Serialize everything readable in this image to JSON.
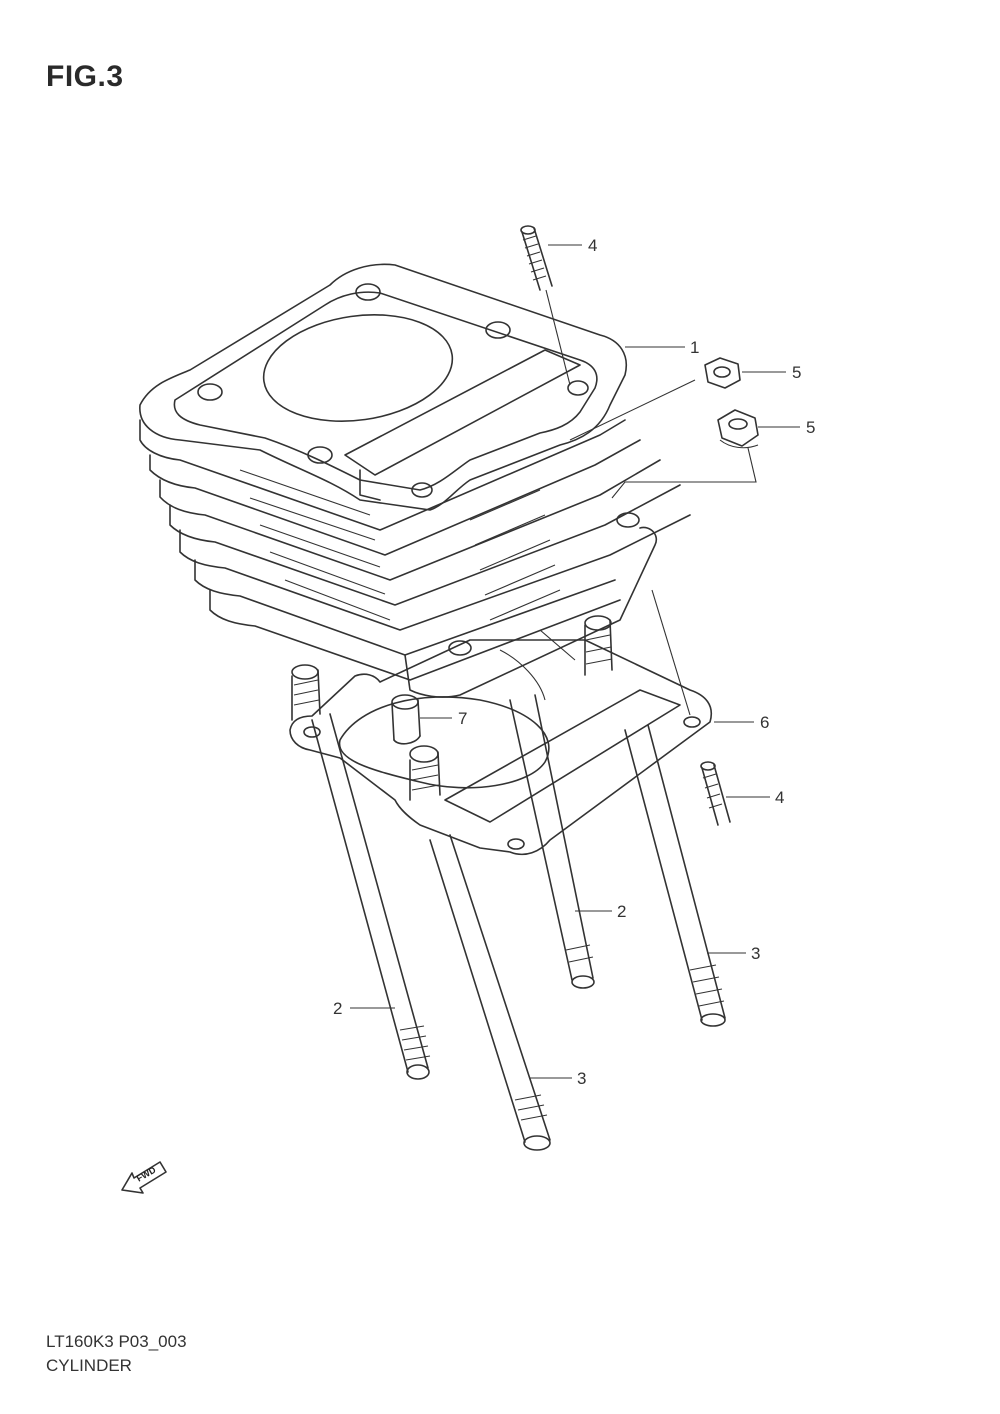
{
  "figure": {
    "title": "FIG.3"
  },
  "footer": {
    "code": "LT160K3 P03_003",
    "name": "CYLINDER"
  },
  "callouts": [
    {
      "id": "c1",
      "number": "1"
    },
    {
      "id": "c2a",
      "number": "2"
    },
    {
      "id": "c2b",
      "number": "2"
    },
    {
      "id": "c3a",
      "number": "3"
    },
    {
      "id": "c3b",
      "number": "3"
    },
    {
      "id": "c4a",
      "number": "4"
    },
    {
      "id": "c4b",
      "number": "4"
    },
    {
      "id": "c5a",
      "number": "5"
    },
    {
      "id": "c5b",
      "number": "5"
    },
    {
      "id": "c6",
      "number": "6"
    },
    {
      "id": "c7",
      "number": "7"
    }
  ],
  "direction_marker": {
    "label": "FWD"
  }
}
